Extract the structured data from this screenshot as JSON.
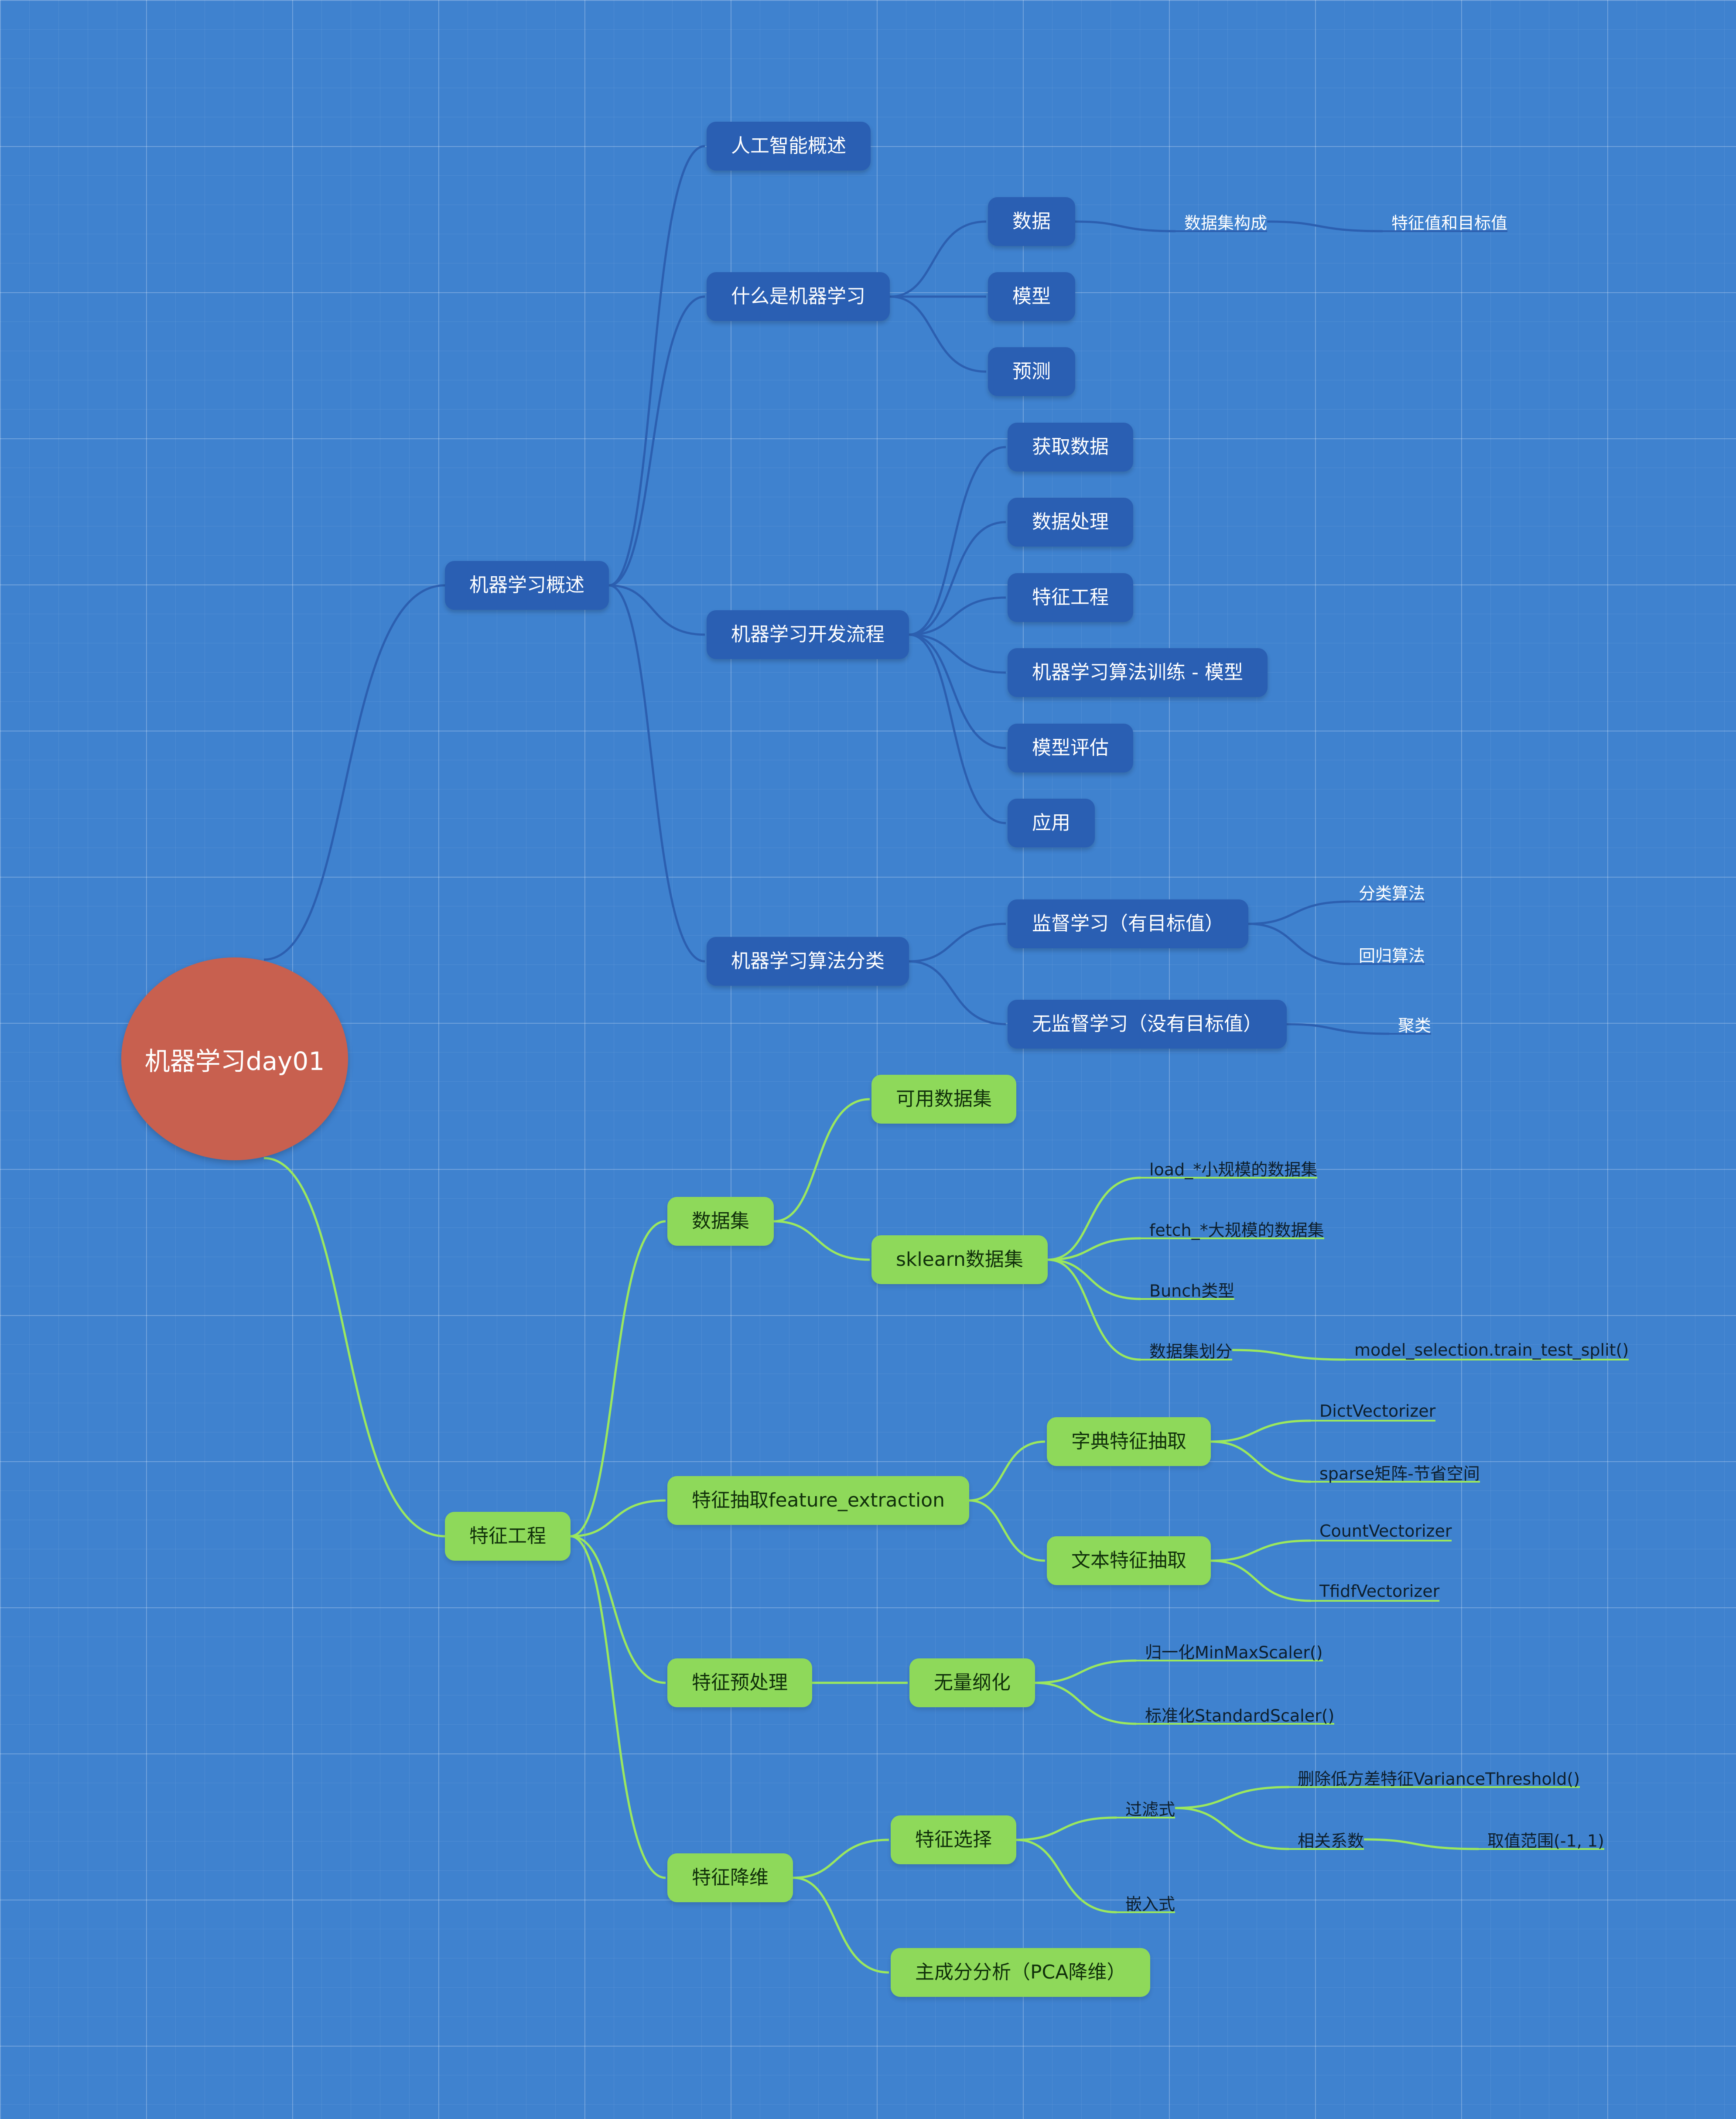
{
  "root": {
    "label": "机器学习day01"
  },
  "ml": {
    "label": "机器学习概述",
    "ai": "人工智能概述",
    "what": {
      "label": "什么是机器学习",
      "data": "数据",
      "dataset": "数据集构成",
      "feature_target": "特征值和目标值",
      "model": "模型",
      "predict": "预测"
    },
    "flow": {
      "label": "机器学习开发流程",
      "items": [
        "获取数据",
        "数据处理",
        "特征工程",
        "机器学习算法训练 - 模型",
        "模型评估",
        "应用"
      ]
    },
    "algo": {
      "label": "机器学习算法分类",
      "supervised": "监督学习（有目标值）",
      "classify": "分类算法",
      "regress": "回归算法",
      "unsupervised": "无监督学习（没有目标值）",
      "cluster": "聚类"
    }
  },
  "fe": {
    "label": "特征工程",
    "datasets": {
      "label": "数据集",
      "available": "可用数据集",
      "sklearn": "sklearn数据集",
      "load": "load_*小规模的数据集",
      "fetch": "fetch_*大规模的数据集",
      "bunch": "Bunch类型",
      "split": "数据集划分",
      "split_fn": "model_selection.train_test_split()"
    },
    "extraction": {
      "label": "特征抽取feature_extraction",
      "dict": "字典特征抽取",
      "dictvec": "DictVectorizer",
      "sparse": "sparse矩阵-节省空间",
      "text": "文本特征抽取",
      "countvec": "CountVectorizer",
      "tfidf": "TfidfVectorizer"
    },
    "preprocess": {
      "label": "特征预处理",
      "dimensionless": "无量纲化",
      "minmax": "归一化MinMaxScaler()",
      "standard": "标准化StandardScaler()"
    },
    "reduction": {
      "label": "特征降维",
      "selection": "特征选择",
      "filter": "过滤式",
      "variance": "删除低方差特征VarianceThreshold()",
      "corr": "相关系数",
      "range": "取值范围(-1, 1)",
      "embedded": "嵌入式",
      "pca": "主成分分析（PCA降维）"
    }
  },
  "colors": {
    "background": "#3f82cf",
    "blue_node": "#2a5fb3",
    "green_node": "#8ed95a",
    "root": "#c8604f",
    "blue_line": "#2c5fb0",
    "green_line": "#9be85e"
  }
}
